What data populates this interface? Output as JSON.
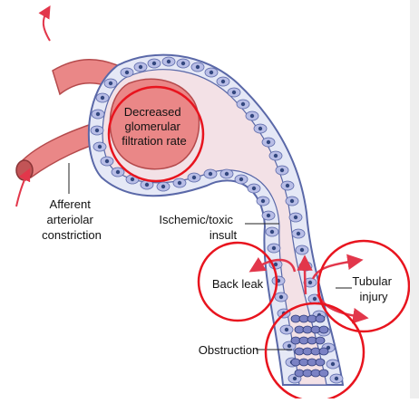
{
  "labels": {
    "gfr": [
      "Decreased",
      "glomerular",
      "filtration rate"
    ],
    "afferent": [
      "Afferent",
      "arteriolar",
      "constriction"
    ],
    "ischemic": [
      "Ischemic/toxic",
      "insult"
    ],
    "back_leak": "Back leak",
    "tubular": [
      "Tubular",
      "injury"
    ],
    "obstruction": "Obstruction"
  },
  "colors": {
    "highlight_circle": "#e8141e",
    "arrow": "#e2374b",
    "vessel": "#ea8787",
    "vessel_dark": "#b54a4c",
    "capsule_fill": "#f6e7ea",
    "tubule_fill": "#f3e1e6",
    "cell_fill": "#b8bde6",
    "cell_nucleus": "#33477f"
  }
}
